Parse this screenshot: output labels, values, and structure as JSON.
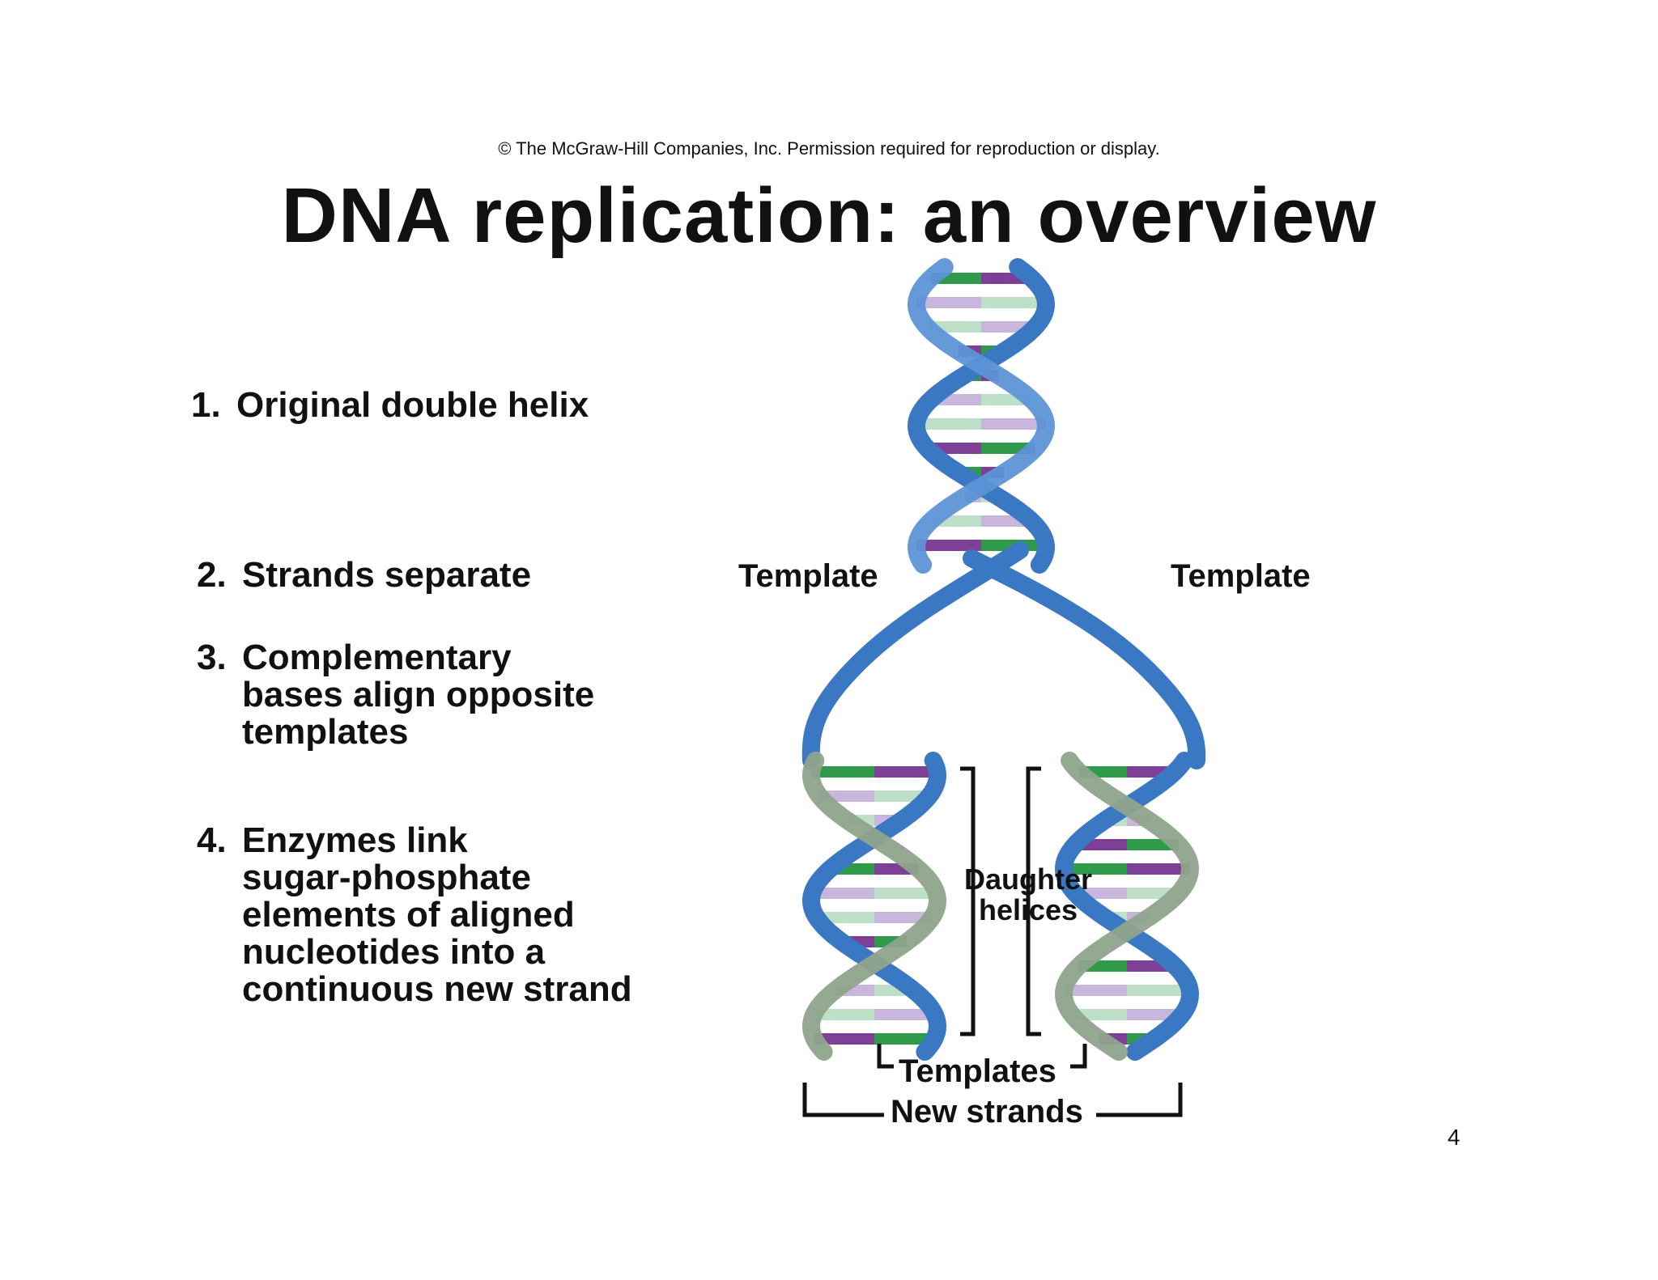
{
  "header": {
    "copyright": "© The McGraw-Hill Companies, Inc. Permission required for reproduction or display.",
    "title": "DNA replication: an overview"
  },
  "steps": [
    {
      "num": "1.",
      "lines": [
        "Original double helix"
      ]
    },
    {
      "num": "2.",
      "lines": [
        "Strands separate"
      ]
    },
    {
      "num": "3.",
      "lines": [
        "Complementary",
        "bases align opposite",
        "templates"
      ]
    },
    {
      "num": "4.",
      "lines": [
        "Enzymes link",
        "sugar-phosphate",
        "elements of aligned",
        "nucleotides into a",
        "continuous new strand"
      ]
    }
  ],
  "labels": {
    "template_left": "Template",
    "template_right": "Template",
    "daughter_line1": "Daughter",
    "daughter_line2": "helices",
    "templates": "Templates",
    "new_strands": "New strands"
  },
  "page_number": "4",
  "colors": {
    "template_strand": "#3b78c4",
    "new_strand": "#8fa48c",
    "base_green": "#2f9a4a",
    "base_purple": "#7e3f96",
    "base_lightgreen": "#bfe0c8",
    "base_lilac": "#c9b6dc"
  }
}
